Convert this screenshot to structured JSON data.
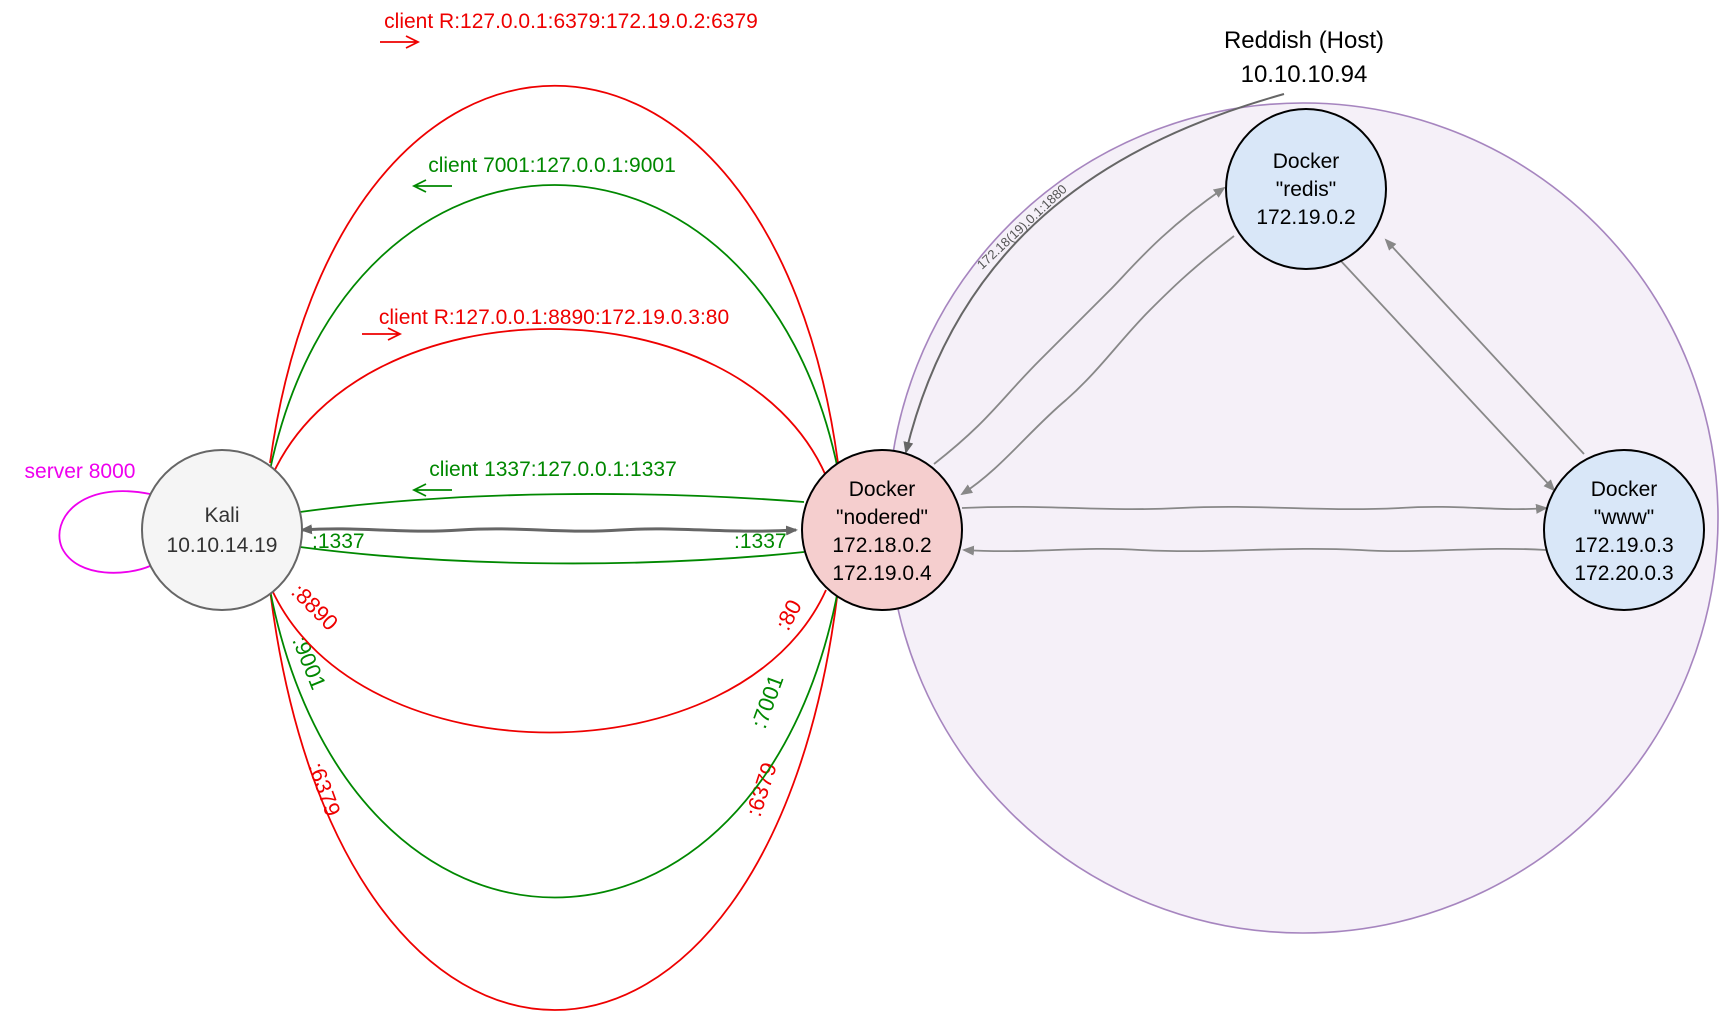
{
  "host": {
    "title": "Reddish (Host)",
    "ip": "10.10.10.94"
  },
  "nodes": {
    "kali": {
      "lines": [
        "Kali",
        "10.10.14.19"
      ]
    },
    "nodered": {
      "lines": [
        "Docker",
        "\"nodered\"",
        "172.18.0.2",
        "172.19.0.4"
      ]
    },
    "redis": {
      "lines": [
        "Docker",
        "\"redis\"",
        "172.19.0.2"
      ]
    },
    "www": {
      "lines": [
        "Docker",
        "\"www\"",
        "172.19.0.3",
        "172.20.0.3"
      ]
    }
  },
  "edges": {
    "self_loop": "server 8000",
    "tunnel_6379": {
      "label": "client R:127.0.0.1:6379:172.19.0.2:6379",
      "port_a": ":6379",
      "port_b": ":6379"
    },
    "tunnel_9001": {
      "label": "client 7001:127.0.0.1:9001",
      "port_a": ":9001",
      "port_b": ":7001"
    },
    "tunnel_8890": {
      "label": "client R:127.0.0.1:8890:172.19.0.3:80",
      "port_a": ":8890",
      "port_b": ":80"
    },
    "tunnel_1337": {
      "label": "client 1337:127.0.0.1:1337",
      "port_a": ":1337",
      "port_b": ":1337"
    },
    "host_nodered": "172.18(19).0.1:1880"
  },
  "colors": {
    "red": "#ee0000",
    "green": "#008800",
    "magenta": "#ee00ee",
    "gray": "#888888",
    "dark_gray": "#666666",
    "host_fill": "#f5f0f8",
    "host_stroke": "#a685bf",
    "kali_fill": "#f5f5f5",
    "nodered_fill": "#f5cece",
    "docker_fill": "#d9e7f8"
  }
}
